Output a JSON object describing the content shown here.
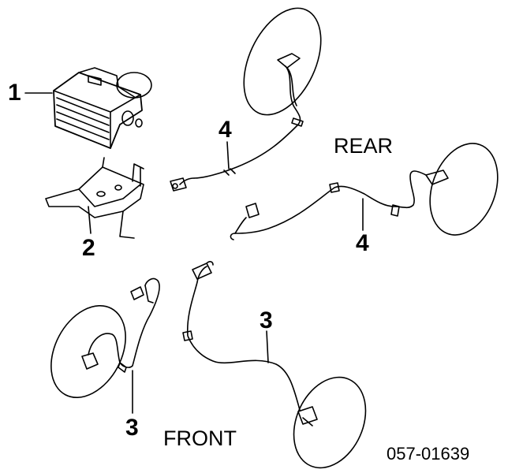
{
  "callouts": {
    "item_1": "1",
    "item_2": "2",
    "item_3_front_left": "3",
    "item_3_front_right": "3",
    "item_4_rear_upper": "4",
    "item_4_rear_lower": "4"
  },
  "labels": {
    "rear": "REAR",
    "front": "FRONT",
    "part_code": "057-01639"
  },
  "colors": {
    "line": "#000000",
    "background": "#ffffff"
  }
}
